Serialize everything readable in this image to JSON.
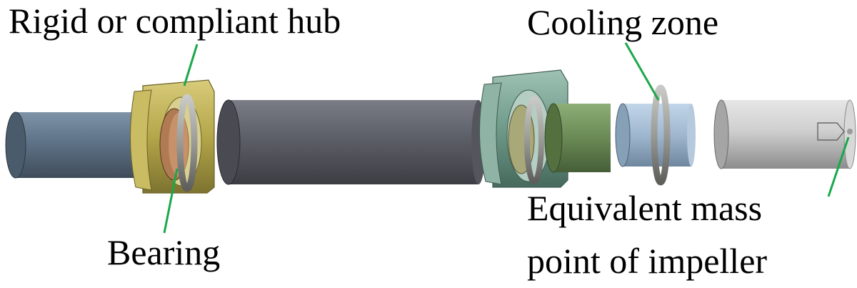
{
  "labels": {
    "hub": "Rigid or compliant hub",
    "cooling": "Cooling zone",
    "bearing": "Bearing",
    "equivalent_line1": "Equivalent mass",
    "equivalent_line2": "point of impeller"
  },
  "colors": {
    "leader_line": "#1aa84a",
    "left_shaft": "#5f7388",
    "hub_left": "#c0b050",
    "bearing_inner": "#b07a52",
    "bearing_ring": "#9a9a96",
    "middle_shaft": "#5e6068",
    "hub_right": "#6f9a8a",
    "green_cylinder": "#6a8a55",
    "cooling_cylinder": "#9fb7cf",
    "impeller_cylinder": "#c8c8c8"
  }
}
